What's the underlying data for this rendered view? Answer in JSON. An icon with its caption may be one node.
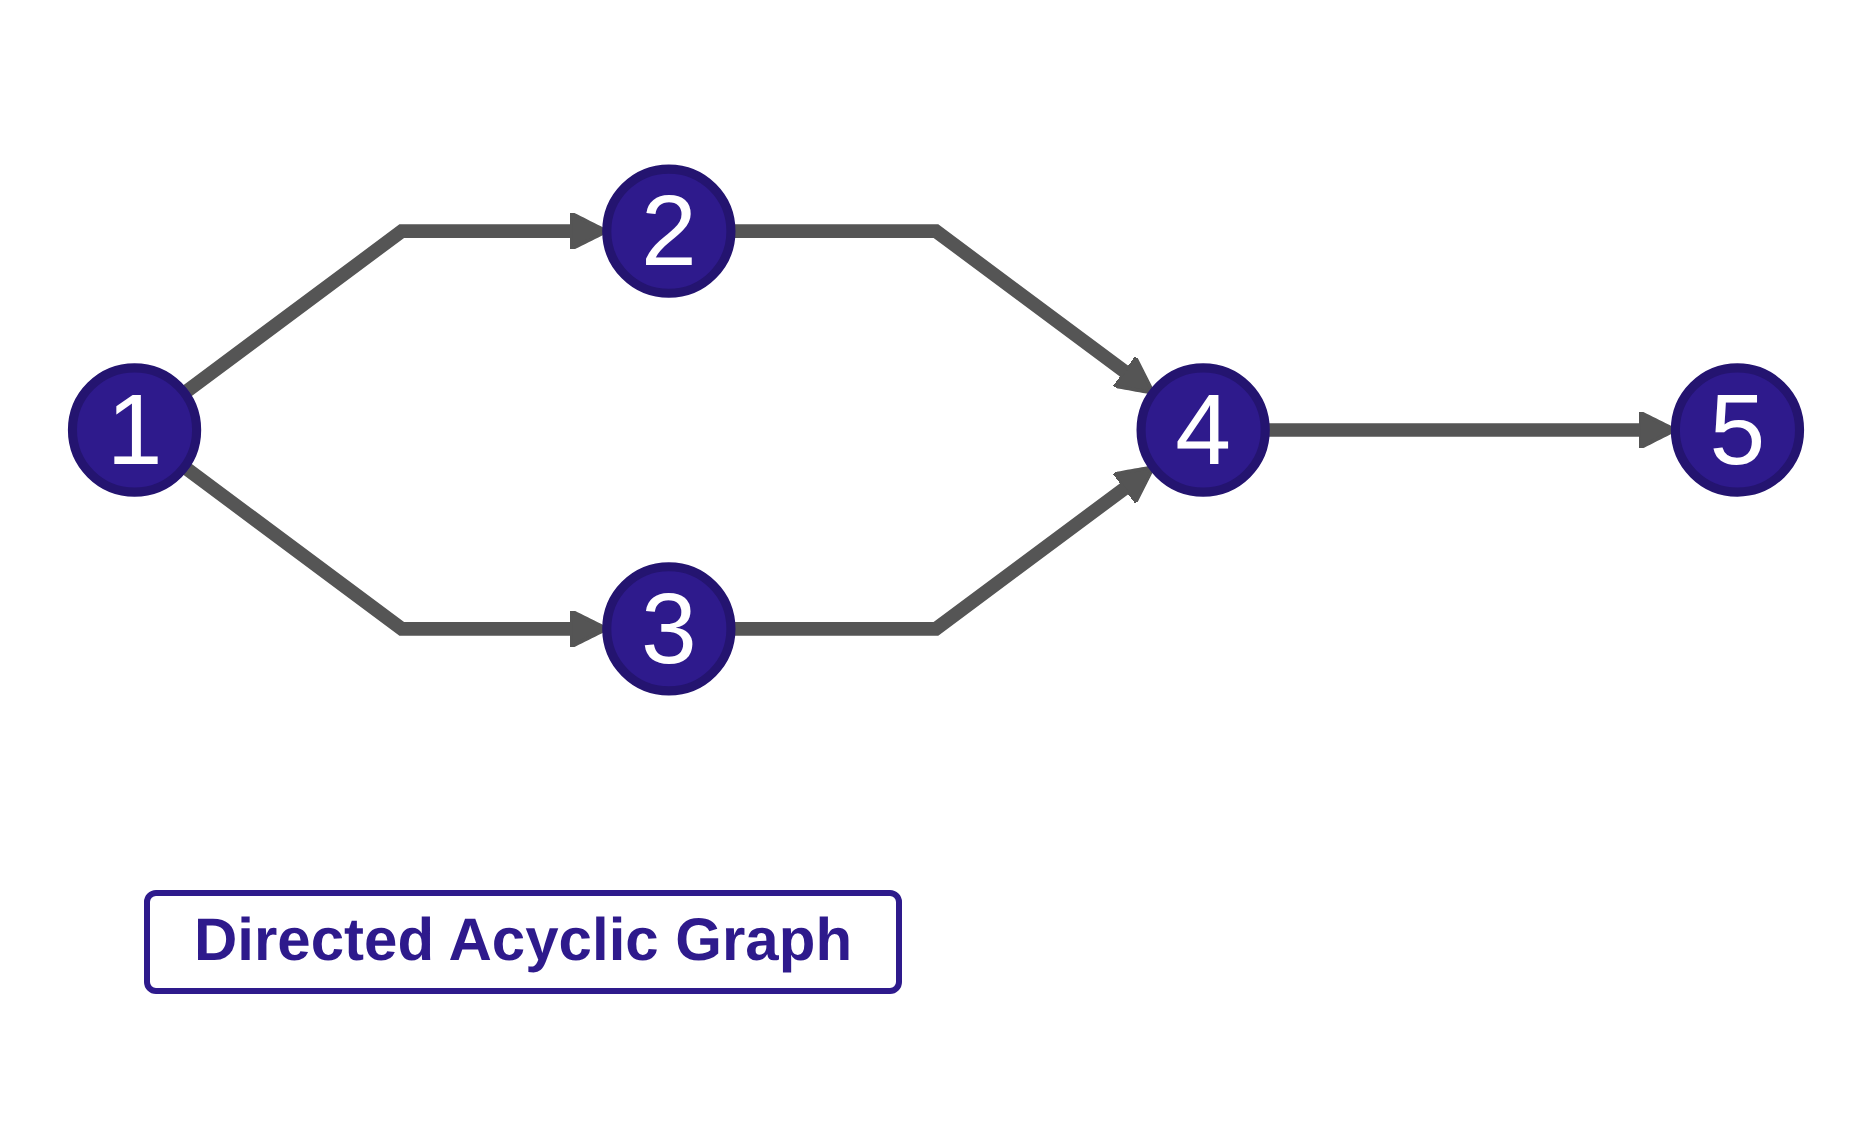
{
  "diagram": {
    "title": "Directed Acyclic Graph",
    "nodes": [
      {
        "text": [
          "1"
        ]
      },
      {
        "text": [
          "2"
        ]
      },
      {
        "text": [
          "3"
        ]
      },
      {
        "text": [
          "4"
        ]
      },
      {
        "text": [
          "5"
        ]
      }
    ],
    "edges": [
      {
        "from": 0,
        "to": 1,
        "arrow": "to"
      },
      {
        "from": 0,
        "to": 2,
        "arrow": "to"
      },
      {
        "from": 1,
        "to": 3,
        "arrow": "to"
      },
      {
        "from": 2,
        "to": 3,
        "arrow": "to"
      },
      {
        "from": 3,
        "to": 4,
        "arrow": "to"
      }
    ]
  }
}
